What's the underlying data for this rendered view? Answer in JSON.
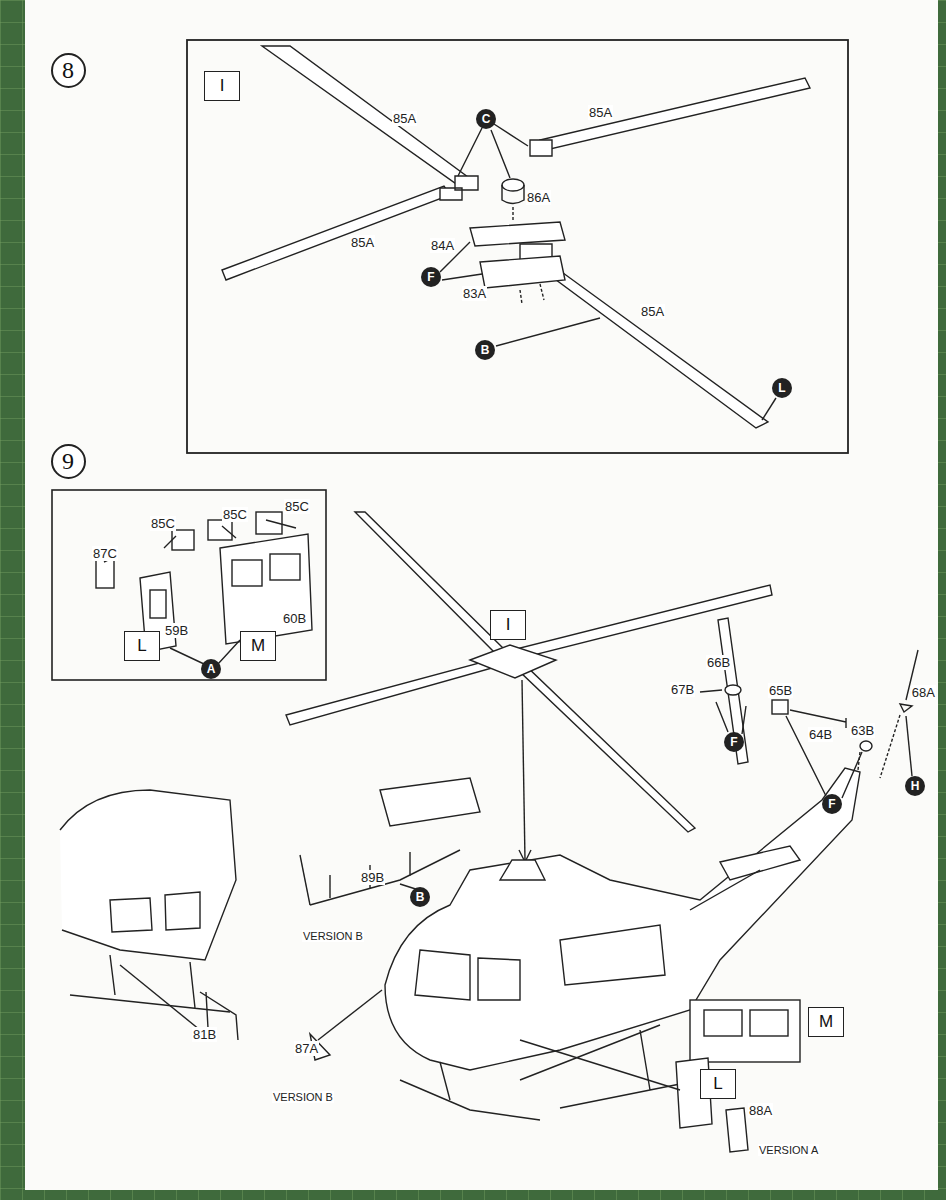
{
  "diagram": {
    "nodes": [
      {
        "text": [
          "8"
        ]
      },
      {
        "text": [
          "I"
        ]
      },
      {
        "text": [
          "C"
        ]
      },
      {
        "text": [
          "F"
        ]
      },
      {
        "text": [
          "B"
        ]
      },
      {
        "text": [
          "L"
        ]
      },
      {
        "text": [
          "9"
        ]
      },
      {
        "text": [
          "L"
        ]
      },
      {
        "text": [
          "M"
        ]
      },
      {
        "text": [
          "A"
        ]
      },
      {
        "text": [
          "I"
        ]
      },
      {
        "text": [
          "F"
        ]
      },
      {
        "text": [
          "F"
        ]
      },
      {
        "text": [
          "H"
        ]
      },
      {
        "text": [
          "B"
        ]
      },
      {
        "text": [
          "M"
        ]
      },
      {
        "text": [
          "L"
        ]
      }
    ],
    "labels": [
      "85A",
      "85A",
      "86A",
      "84A",
      "85A",
      "83A",
      "85A",
      "85C",
      "85C",
      "85C",
      "87C",
      "59B",
      "60B",
      "66B",
      "67B",
      "65B",
      "64B",
      "63B",
      "68A",
      "89B",
      "VERSION B",
      "81B",
      "87A",
      "VERSION B",
      "88A",
      "VERSION A"
    ]
  }
}
